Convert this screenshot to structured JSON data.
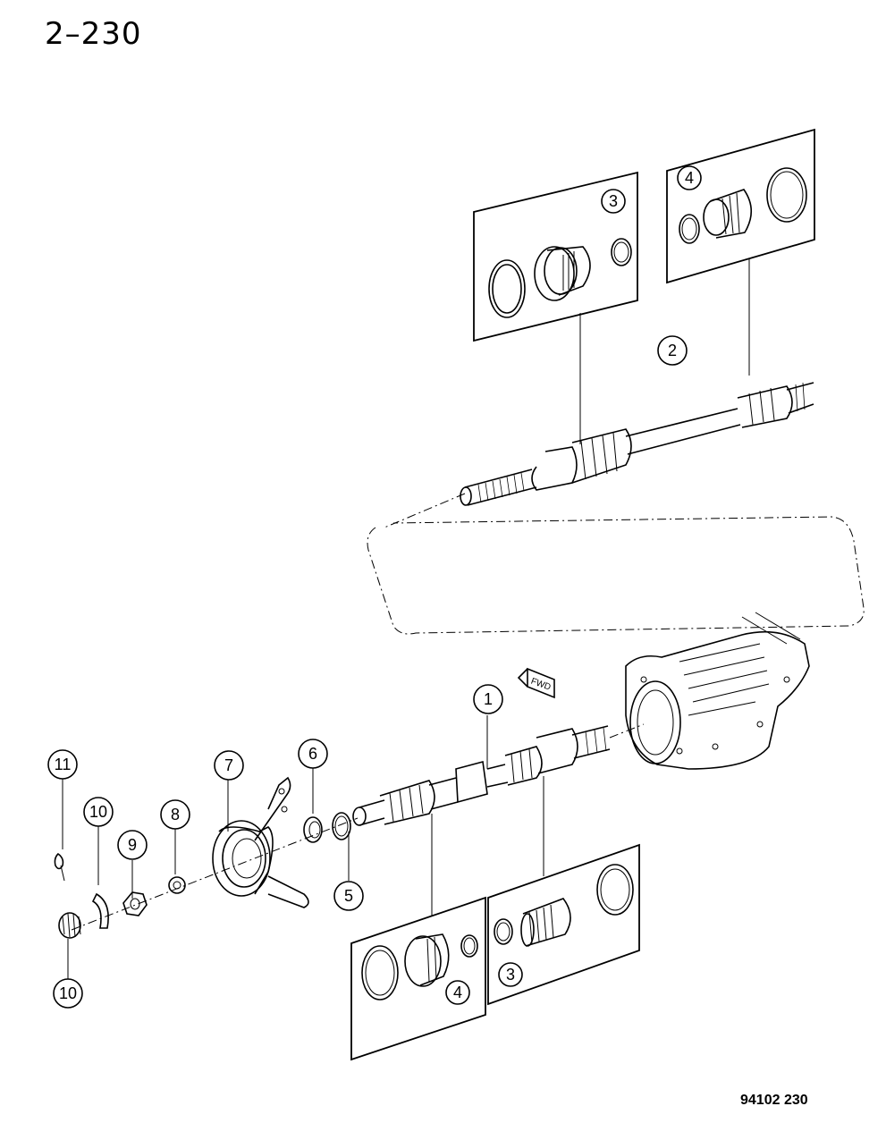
{
  "page_number": "2–230",
  "diagram_code": "94102 230",
  "fwd_label": "FWD",
  "callouts": {
    "c1": "1",
    "c2": "2",
    "c3_top": "3",
    "c4_top": "4",
    "c3_bottom": "3",
    "c4_bottom": "4",
    "c5": "5",
    "c6": "6",
    "c7": "7",
    "c8": "8",
    "c9": "9",
    "c10_upper": "10",
    "c10_lower": "10",
    "c11": "11"
  }
}
